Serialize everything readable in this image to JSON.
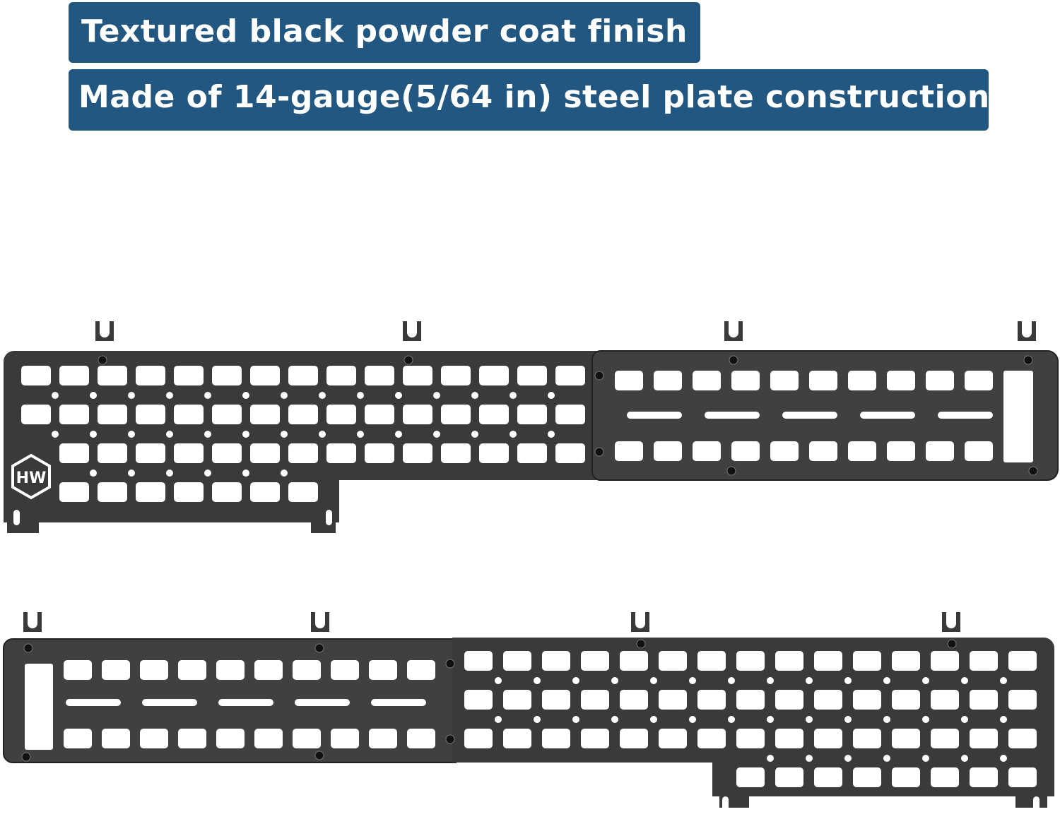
{
  "banners": [
    "Textured black powder coat finish",
    "Made of 14-gauge(5/64 in) steel plate construction"
  ],
  "brand_logo_text": "HW",
  "colors": {
    "banner": "#215781",
    "panel": "#3a3a3a",
    "background": "#ffffff"
  }
}
